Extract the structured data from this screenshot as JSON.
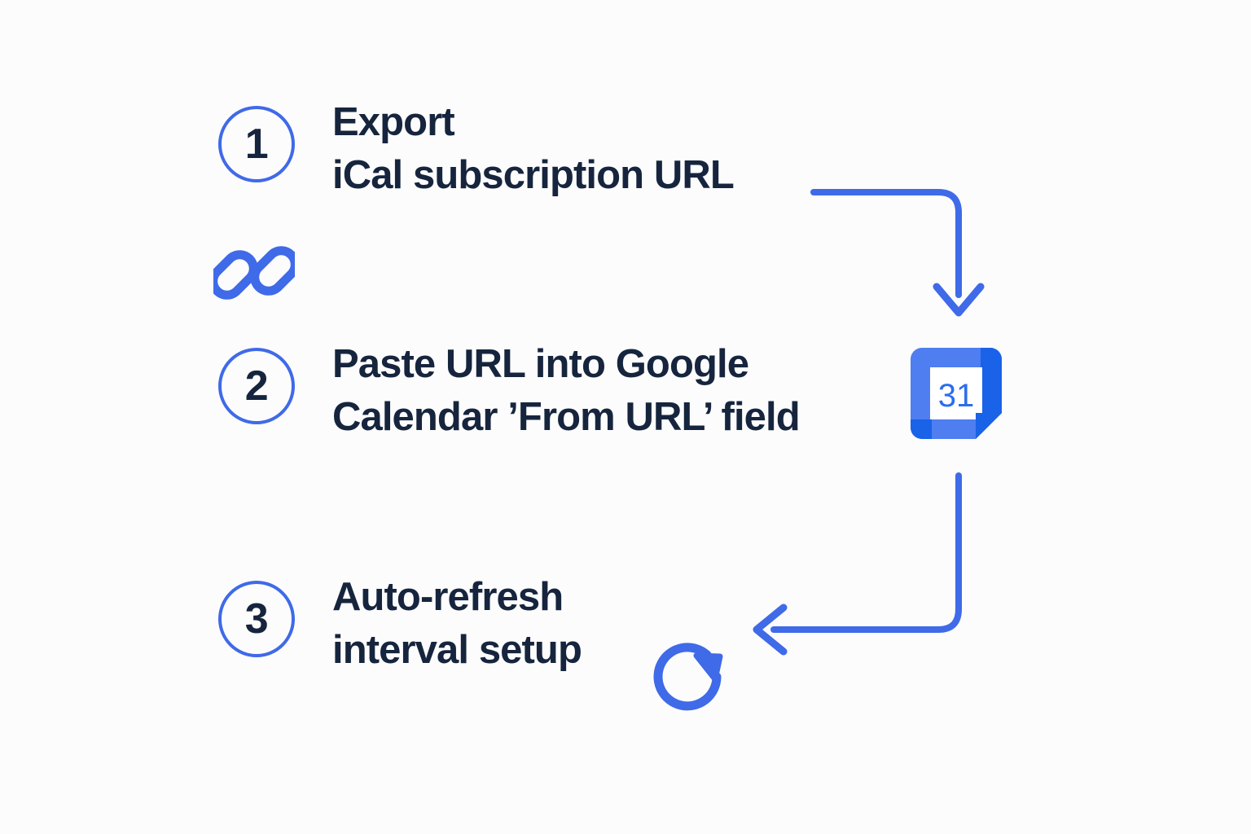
{
  "page": {
    "background_color": "#fcfcfd",
    "accent_blue": "#3f6ae8",
    "text_navy": "#16253d",
    "calendar_blue_light": "#4e7ef0",
    "calendar_blue_dark": "#1a62e8",
    "calendar_face_white": "#ffffff"
  },
  "steps": [
    {
      "number": "1",
      "text": "Export\niCal subscription URL",
      "icon": "link-icon"
    },
    {
      "number": "2",
      "text": "Paste URL into Google\nCalendar ’From URL’ field",
      "icon": "google-calendar-icon"
    },
    {
      "number": "3",
      "text": "Auto-refresh\ninterval setup",
      "icon": "refresh-icon"
    }
  ],
  "icons": {
    "link": "link-icon",
    "calendar": "google-calendar-icon",
    "calendar_day": "31",
    "refresh": "refresh-icon"
  },
  "connectors": [
    {
      "name": "arrow-step1-to-calendar",
      "from": "step-1-text-end",
      "to": "google-calendar-icon",
      "direction": "right-then-down"
    },
    {
      "name": "arrow-calendar-to-step3",
      "from": "google-calendar-icon",
      "to": "refresh-icon",
      "direction": "down-then-left"
    }
  ]
}
